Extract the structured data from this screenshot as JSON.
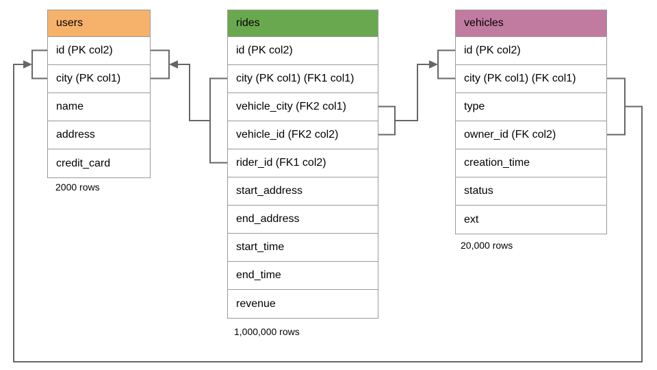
{
  "diagram": {
    "colors": {
      "line": "#666666",
      "table_border": "#999999",
      "users_header": "#F6B26B",
      "rides_header": "#6AA84F",
      "vehicles_header": "#C27BA0"
    },
    "tables": {
      "users": {
        "title": "users",
        "columns": [
          "id (PK col2)",
          "city (PK col1)",
          "name",
          "address",
          "credit_card"
        ],
        "row_count_label": "2000 rows"
      },
      "rides": {
        "title": "rides",
        "columns": [
          "id (PK col2)",
          "city (PK col1) (FK1 col1)",
          "vehicle_city (FK2 col1)",
          "vehicle_id (FK2 col2)",
          "rider_id (FK1 col2)",
          "start_address",
          "end_address",
          "start_time",
          "end_time",
          "revenue"
        ],
        "row_count_label": "1,000,000 rows"
      },
      "vehicles": {
        "title": "vehicles",
        "columns": [
          "id (PK col2)",
          "city (PK col1) (FK col1)",
          "type",
          "owner_id (FK col2)",
          "creation_time",
          "status",
          "ext"
        ],
        "row_count_label": "20,000 rows"
      }
    },
    "relationships": [
      {
        "name": "rides-fk1-to-users",
        "from_table": "rides",
        "from_columns": [
          "city (FK1 col1)",
          "rider_id (FK1 col2)"
        ],
        "to_table": "users",
        "to_columns": [
          "id (PK col2)",
          "city (PK col1)"
        ]
      },
      {
        "name": "rides-fk2-to-vehicles",
        "from_table": "rides",
        "from_columns": [
          "vehicle_city (FK2 col1)",
          "vehicle_id (FK2 col2)"
        ],
        "to_table": "vehicles",
        "to_columns": [
          "id (PK col2)",
          "city (PK col1)"
        ]
      },
      {
        "name": "vehicles-fk-to-users",
        "from_table": "vehicles",
        "from_columns": [
          "city (FK col1)",
          "owner_id (FK col2)"
        ],
        "to_table": "users",
        "to_columns": [
          "id (PK col2)",
          "city (PK col1)"
        ]
      }
    ]
  }
}
